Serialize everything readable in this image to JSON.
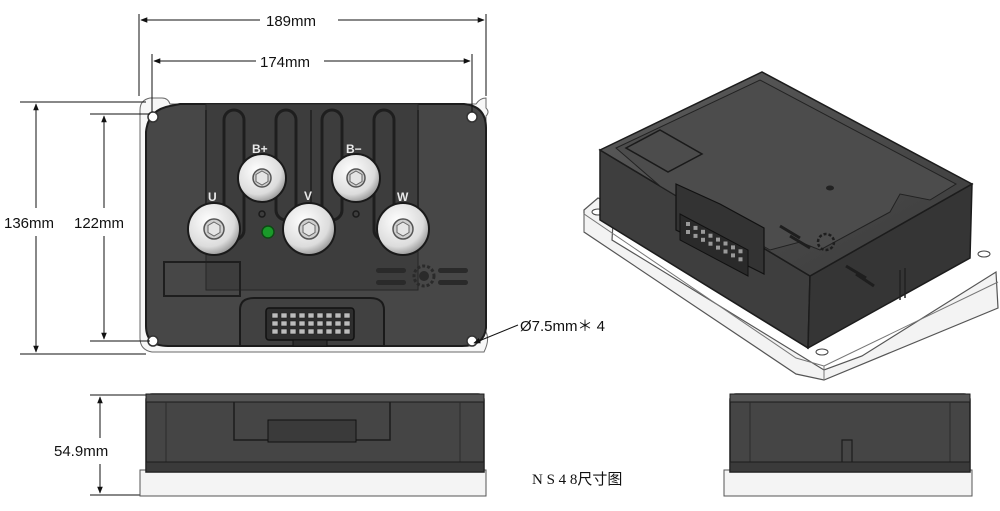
{
  "drawing": {
    "title": "N S 4 8尺寸图",
    "dimensions": {
      "overall_width": "189mm",
      "hole_spacing_width": "174mm",
      "overall_height": "136mm",
      "hole_spacing_height": "122mm",
      "thickness": "54.9mm",
      "mount_holes": "Ø7.5mm＊ 4"
    },
    "terminal_labels": {
      "b_plus": "B+",
      "b_minus": "B−",
      "u": "U",
      "v": "V",
      "w": "W"
    },
    "colors": {
      "body": "#4a4a4a",
      "body_dark": "#2e2e2e",
      "base_plate": "#f2f2f2",
      "indicator_led": "#1a9a2a",
      "terminal": "#e6e6e6"
    }
  }
}
